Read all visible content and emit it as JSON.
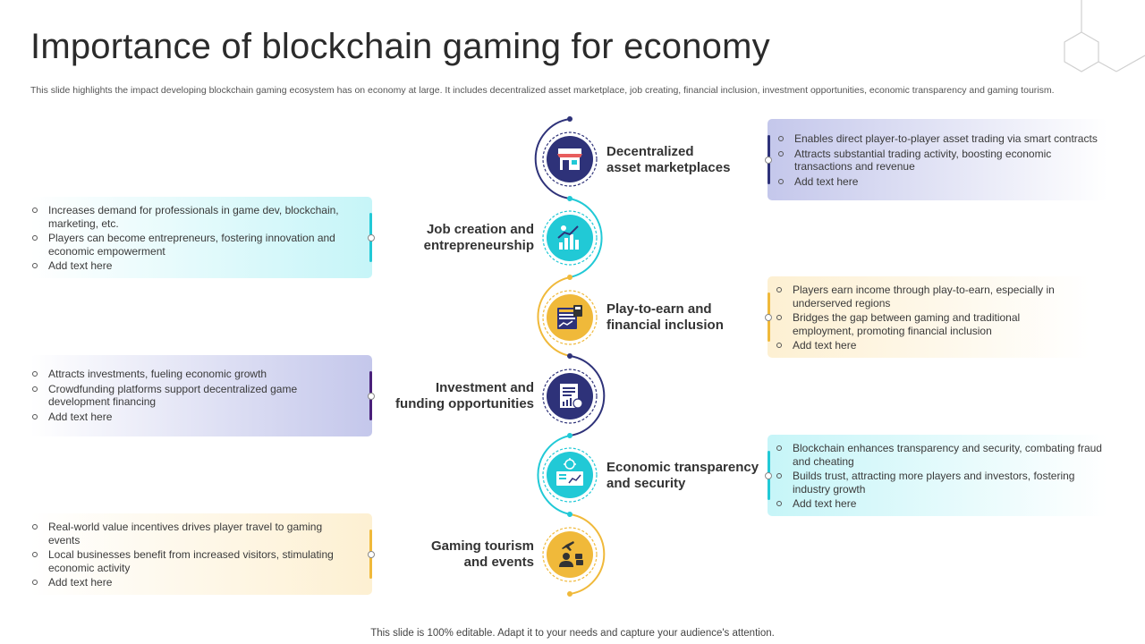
{
  "title": "Importance of blockchain gaming for economy",
  "subtitle": "This slide highlights the impact developing blockchain gaming ecosystem has on economy at large. It includes decentralized asset marketplace, job creating, financial inclusion, investment opportunities, economic transparency and gaming tourism.",
  "footer": "This slide is 100% editable. Adapt it to your needs and capture your audience's attention.",
  "colors": {
    "navy": "#2e3279",
    "cyan": "#21c9d6",
    "gold": "#f0b93a",
    "lavender": "#c4c7eb",
    "aqua": "#c6f5f8",
    "cream": "#fdf0d2"
  },
  "items": [
    {
      "label_l1": "Decentralized",
      "label_l2": "asset marketplaces",
      "icon": "store-icon",
      "bullets": [
        "Enables direct player-to-player asset trading via smart contracts",
        "Attracts substantial trading activity, boosting economic transactions and revenue",
        "Add text here"
      ]
    },
    {
      "label_l1": "Job creation and",
      "label_l2": "entrepreneurship",
      "icon": "growth-chart-icon",
      "bullets": [
        "Increases demand for professionals in game dev, blockchain, marketing, etc.",
        "Players can become entrepreneurs, fostering innovation and economic empowerment",
        "Add text here"
      ]
    },
    {
      "label_l1": "Play-to-earn and",
      "label_l2": "financial inclusion",
      "icon": "financial-calculator-icon",
      "bullets": [
        "Players earn income through play-to-earn, especially in underserved regions",
        "Bridges the gap between gaming and traditional employment, promoting financial inclusion",
        "Add text here"
      ]
    },
    {
      "label_l1": "Investment and",
      "label_l2": "funding opportunities",
      "icon": "investment-report-icon",
      "bullets": [
        "Attracts investments, fueling economic growth",
        "Crowdfunding platforms support decentralized game development financing",
        "Add text here"
      ]
    },
    {
      "label_l1": "Economic transparency",
      "label_l2": "and security",
      "icon": "secure-dashboard-icon",
      "bullets": [
        "Blockchain enhances transparency and security, combating fraud and cheating",
        "Builds trust, attracting more players and investors, fostering industry growth",
        "Add text here"
      ]
    },
    {
      "label_l1": "Gaming tourism",
      "label_l2": "and events",
      "icon": "travel-person-icon",
      "bullets": [
        "Real-world value incentives drives player travel to gaming events",
        "Local businesses benefit from increased visitors, stimulating economic activity",
        "Add text here"
      ]
    }
  ]
}
